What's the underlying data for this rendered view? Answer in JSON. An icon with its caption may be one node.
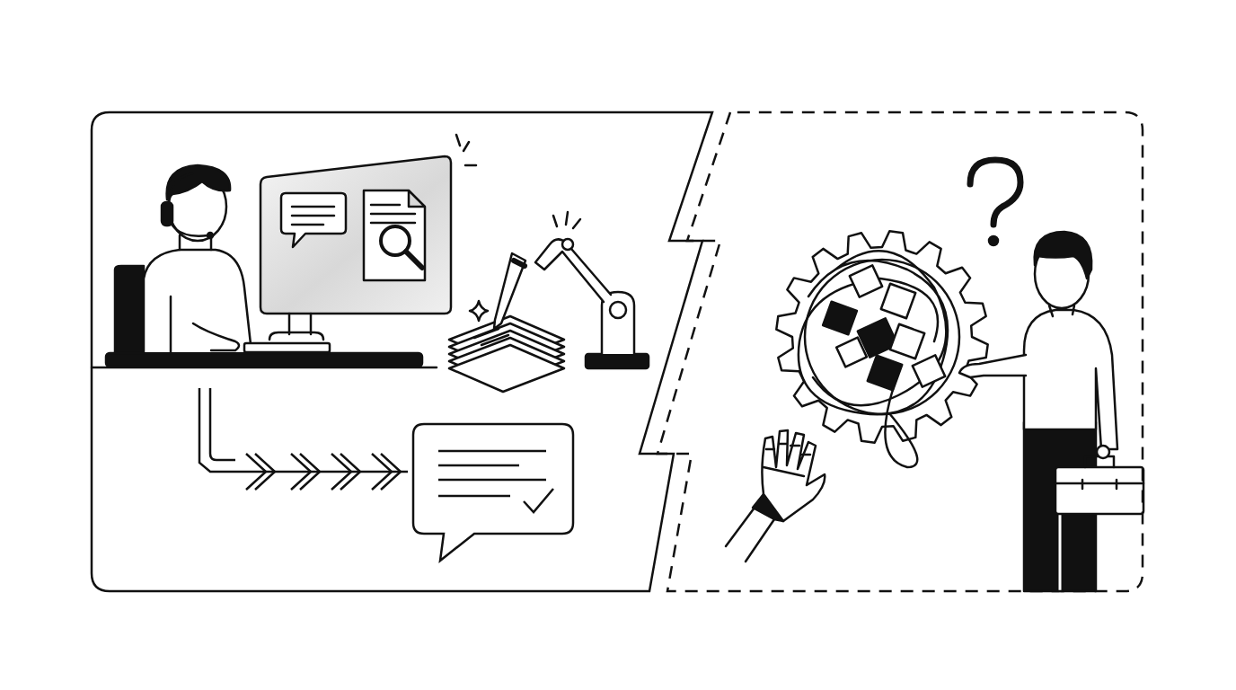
{
  "diagram": {
    "nodes": [
      {
        "text": [],
        "shape": "box"
      },
      {
        "text": [],
        "shape": "box"
      },
      {
        "text": [],
        "shape": "bubble",
        "in": 0
      }
    ],
    "edges": [
      {
        "from": null,
        "to": 2,
        "arrow": "to"
      }
    ]
  }
}
